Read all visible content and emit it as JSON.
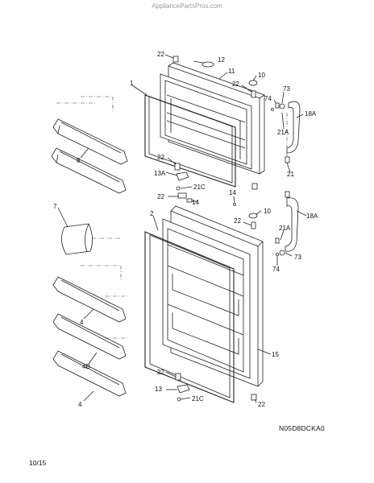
{
  "watermark": "AppliancePartsPros.com",
  "model_code": "N05D8DCKA0",
  "page_number": "10/15",
  "callouts": {
    "c22a": "22",
    "c12": "12",
    "c11": "11",
    "c10a": "10",
    "c22b": "22",
    "c1": "1",
    "c73a": "73",
    "c74a": "74",
    "c18Aa": "18A",
    "c21Aa": "21A",
    "c8": "8",
    "c22c": "22",
    "c13A": "13A",
    "c21Ca": "21C",
    "c21": "21",
    "c22d": "22",
    "c14a": "14",
    "c14b": "14",
    "c22e": "22",
    "c10b": "10",
    "c18Ab": "18A",
    "c7": "7",
    "c2": "2",
    "c21Ab": "21A",
    "c73b": "73",
    "c74b": "74",
    "c4a": "4",
    "c15": "15",
    "c22f": "22",
    "c4B": "4B",
    "c13": "13",
    "c21Cb": "21C",
    "c22g": "22",
    "c4b": "4"
  }
}
